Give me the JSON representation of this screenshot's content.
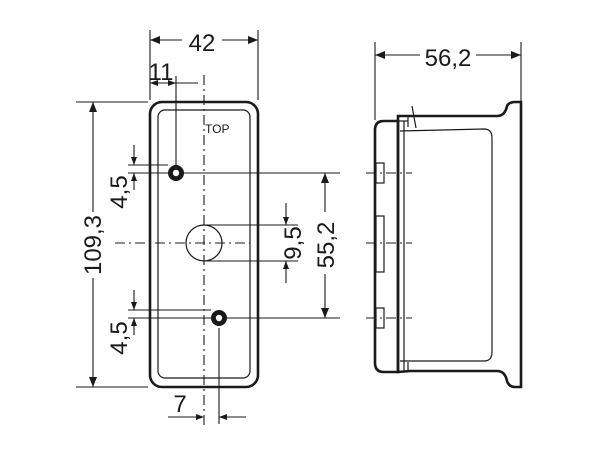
{
  "drawing": {
    "dimensions": {
      "width_top": "42",
      "offset_top": "11",
      "depth_side": "56,2",
      "height_total": "109,3",
      "hole_spacing": "55,2",
      "center_hole": "9,5",
      "upper_offset": "4,5",
      "lower_offset": "4,5",
      "offset_bottom": "7"
    },
    "orientation_label": "TOP"
  }
}
